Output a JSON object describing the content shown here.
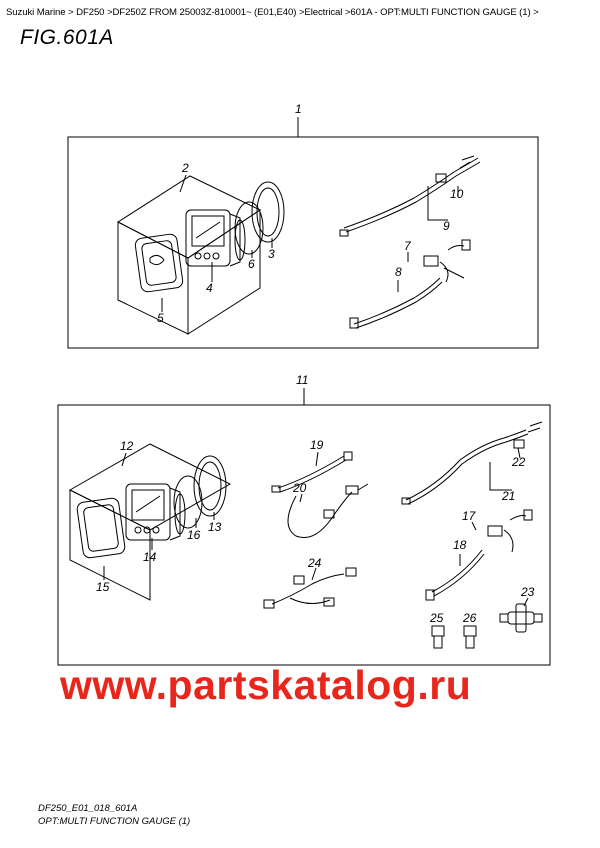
{
  "breadcrumb": "Suzuki Marine > DF250 >DF250Z FROM 25003Z-810001~ (E01,E40) >Electrical >601A - OPT:MULTI FUNCTION GAUGE (1) >",
  "figure_title": "FIG.601A",
  "watermark": "www.partskatalog.ru",
  "footer": {
    "code": "DF250_E01_018_601A",
    "caption": "OPT:MULTI FUNCTION GAUGE (1)"
  },
  "callouts": {
    "c1": "1",
    "c2": "2",
    "c3": "3",
    "c4": "4",
    "c5": "5",
    "c6": "6",
    "c7": "7",
    "c8": "8",
    "c9": "9",
    "c10": "10",
    "c11": "11",
    "c12": "12",
    "c13": "13",
    "c14": "14",
    "c15": "15",
    "c16": "16",
    "c17": "17",
    "c18": "18",
    "c19": "19",
    "c20": "20",
    "c21": "21",
    "c22": "22",
    "c23": "23",
    "c24": "24",
    "c25": "25",
    "c26": "26"
  }
}
